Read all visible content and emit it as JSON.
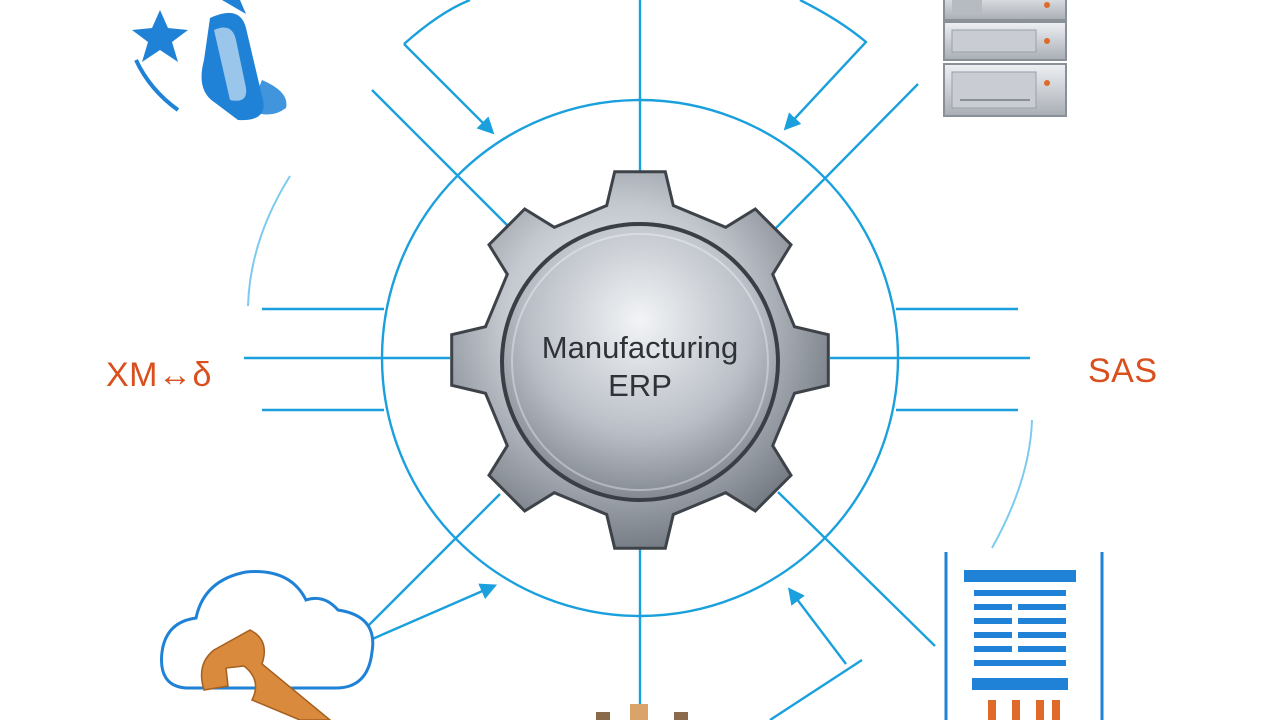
{
  "hub": {
    "title": "Manufacturing",
    "subtitle": "ERP"
  },
  "nodes": {
    "left_label": "XM↔δ",
    "right_label": "SAS"
  },
  "colors": {
    "connector": "#1aa0dc",
    "connector_light": "#7ccbef",
    "label_orange": "#d9501e",
    "gear_dark": "#4a4f57",
    "gear_light": "#dfe3e8",
    "icon_blue": "#1f82d6",
    "tool_orange": "#d98a3c"
  },
  "icons": [
    "star-doc-icon",
    "server-rack-icon",
    "cloud-wrench-icon",
    "building-icon",
    "gear-icon"
  ]
}
